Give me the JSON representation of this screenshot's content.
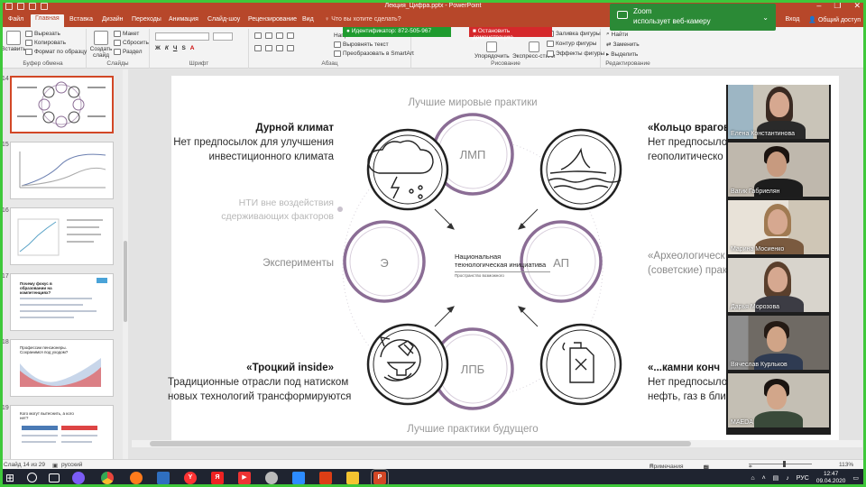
{
  "window": {
    "title": "Лекция_Цифра.pptx - PowerPoint",
    "controls": [
      "–",
      "❐",
      "✕"
    ]
  },
  "tabs": {
    "items": [
      "Файл",
      "Главная",
      "Вставка",
      "Дизайн",
      "Переходы",
      "Анимация",
      "Слайд-шоу",
      "Рецензирование",
      "Вид"
    ],
    "active": "Главная",
    "tell_me": "Что вы хотите сделать?",
    "sign_in": "Вход",
    "share": "Общий доступ"
  },
  "ribbon": {
    "clipboard": {
      "cut": "Вырезать",
      "copy": "Копировать",
      "format": "Формат по образцу",
      "label": "Буфер обмена",
      "paste": "Вставить"
    },
    "slides": {
      "new": "Создать слайд",
      "layout": "Макет",
      "reset": "Сбросить",
      "section": "Раздел",
      "label": "Слайды"
    },
    "font": {
      "label": "Шрифт"
    },
    "paragraph": {
      "label": "Абзац",
      "direction": "Направление текста",
      "align": "Выровнять текст",
      "smartart": "Преобразовать в SmartArt"
    },
    "drawing": {
      "label": "Рисование",
      "arrange": "Упорядочить",
      "styles": "Экспресс-стили",
      "fill": "Заливка фигуры",
      "outline": "Контур фигуры",
      "effects": "Эффекты фигуры"
    },
    "editing": {
      "label": "Редактирование",
      "find": "Найти",
      "replace": "Заменить",
      "select": "Выделить"
    },
    "share_id": "Идентификатор: 872-505-967",
    "stop_demo": "Остановить демонстрацию"
  },
  "zoom_notification": {
    "app": "Zoom",
    "message": "использует веб-камеру"
  },
  "thumbnails": [
    {
      "num": "14",
      "selected": true
    },
    {
      "num": "15",
      "selected": false
    },
    {
      "num": "16",
      "selected": false
    },
    {
      "num": "17",
      "selected": false,
      "title": "Почему фокус в образовании на компетенциях?"
    },
    {
      "num": "18",
      "selected": false,
      "title": "Профессии пенсионеры. Сохранимся под уходом?"
    },
    {
      "num": "19",
      "selected": false,
      "title": "Кого могут вытеснить, а кого нет?"
    }
  ],
  "slide": {
    "top_label": "Лучшие мировые практики",
    "bottom_label": "Лучшие практики будущего",
    "left_top_title": "Дурной климат",
    "left_top_body": [
      "Нет предпосылок для улучшения",
      "инвестиционного климата"
    ],
    "left_mid_grey": [
      "НТИ вне воздействия",
      "сдерживающих факторов"
    ],
    "left_mid": "Эксперименты",
    "left_bottom_title": "«Троцкий inside»",
    "left_bottom_body": [
      "Традиционные отрасли под натиском",
      "новых технологий трансформируются"
    ],
    "right_top_title": "«Кольцо врагов»",
    "right_top_body": [
      "Нет предпосылок",
      "геополитическо"
    ],
    "right_mid": [
      "«Археологическ",
      "(советские) прак"
    ],
    "right_bottom_title": "«...камни конч",
    "right_bottom_body": [
      "Нет предпосыло",
      "нефть, газ в бли"
    ],
    "center_title": [
      "Национальная",
      "технологическая инициатива"
    ],
    "center_sub": "Пространство возможного",
    "nodes": {
      "top": "ЛМП",
      "bottom": "ЛПБ",
      "left": "Э",
      "right": "АП"
    },
    "accent_color": "#8b6d95"
  },
  "participants": [
    {
      "name": "Елена Константинова",
      "active": false
    },
    {
      "name": "Вагик Габриелян",
      "active": false
    },
    {
      "name": "Марина Мосиенко",
      "active": false
    },
    {
      "name": "Дарья Морозова",
      "active": true
    },
    {
      "name": "Вячеслав Курльков",
      "active": false
    },
    {
      "name": "MAEDA",
      "active": false
    }
  ],
  "status": {
    "slide_info": "Слайд 14 из 29",
    "language": "русский",
    "notes": "Примечания",
    "zoom": "113%"
  },
  "taskbar": {
    "lang": "РУС",
    "time": "12:47",
    "date": "09.04.2020"
  }
}
